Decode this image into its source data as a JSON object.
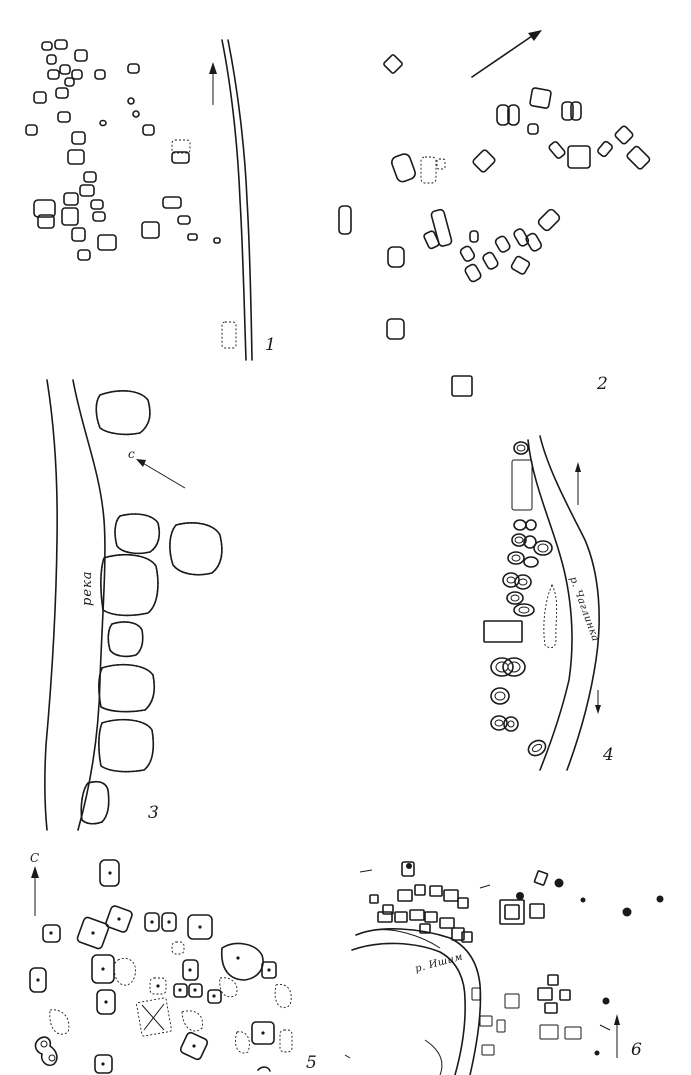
{
  "plates": [
    {
      "number": "1"
    },
    {
      "number": "2"
    },
    {
      "number": "3",
      "river_label": "река",
      "north_label": "с"
    },
    {
      "number": "4",
      "river_label": "р. Чаглинка"
    },
    {
      "number": "5",
      "north_label": "С"
    },
    {
      "number": "6",
      "river_label": "р. Ишим"
    }
  ],
  "colors": {
    "ink": "#1a1a1a",
    "paper": "#ffffff"
  }
}
